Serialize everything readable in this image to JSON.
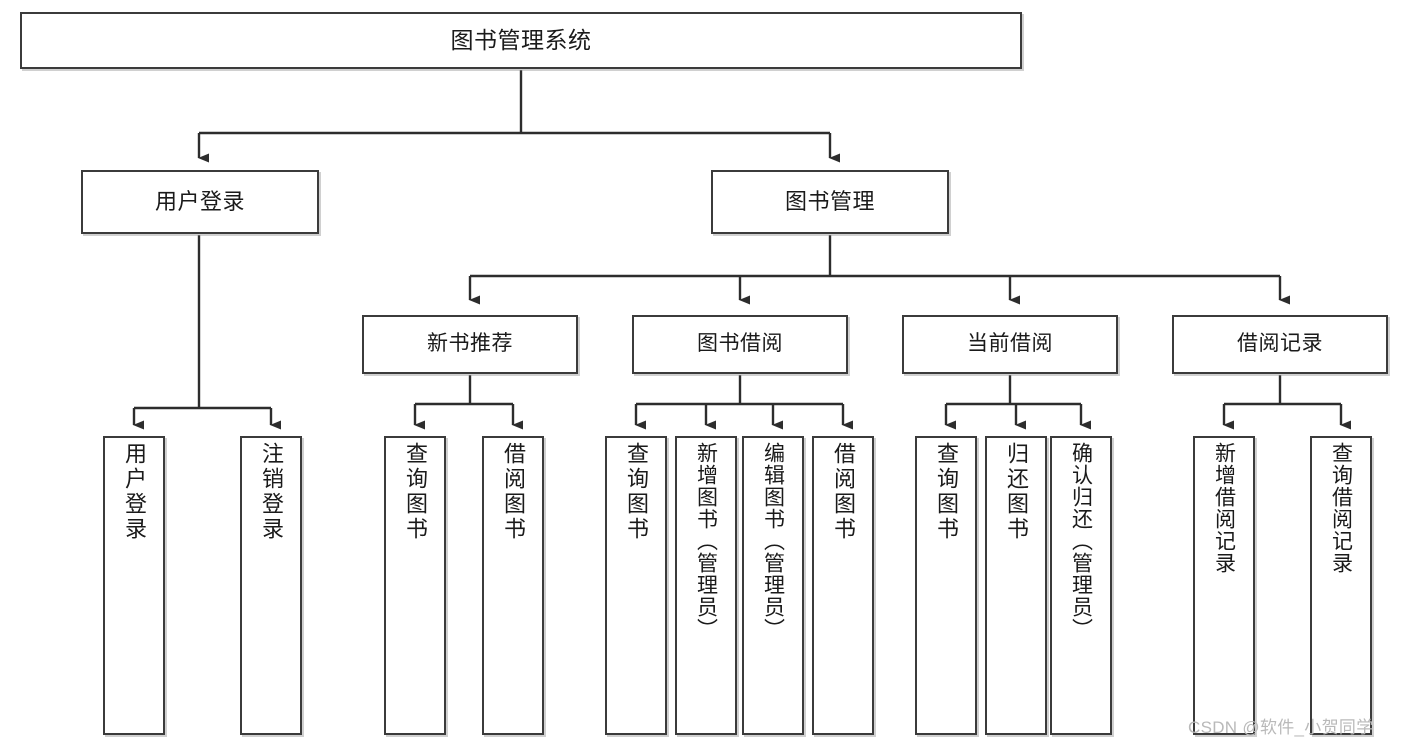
{
  "diagram": {
    "title": "图书管理系统",
    "type": "hierarchy-tree",
    "orientation": "top-down"
  },
  "root": {
    "label": "图书管理系统"
  },
  "level1": [
    {
      "label": "用户登录"
    },
    {
      "label": "图书管理"
    }
  ],
  "level2": [
    {
      "label": "新书推荐"
    },
    {
      "label": "图书借阅"
    },
    {
      "label": "当前借阅"
    },
    {
      "label": "借阅记录"
    }
  ],
  "leaves": {
    "user_login": [
      {
        "label": "用户登录"
      },
      {
        "label": "注销登录"
      }
    ],
    "new_book_recommend": [
      {
        "label": "查询图书"
      },
      {
        "label": "借阅图书"
      }
    ],
    "book_borrow": [
      {
        "label": "查询图书"
      },
      {
        "label": "新增图书（管理员）"
      },
      {
        "label": "编辑图书（管理员）"
      },
      {
        "label": "借阅图书"
      }
    ],
    "current_borrow": [
      {
        "label": "查询图书"
      },
      {
        "label": "归还图书"
      },
      {
        "label": "确认归还（管理员）"
      }
    ],
    "borrow_record": [
      {
        "label": "新增借阅记录"
      },
      {
        "label": "查询借阅记录"
      }
    ]
  },
  "watermark": {
    "text": "CSDN @软件_小贺同学"
  },
  "colors": {
    "border": "#3b3b3b",
    "text": "#1a1a1a",
    "background": "#ffffff",
    "watermark": "#b9b9b9"
  }
}
